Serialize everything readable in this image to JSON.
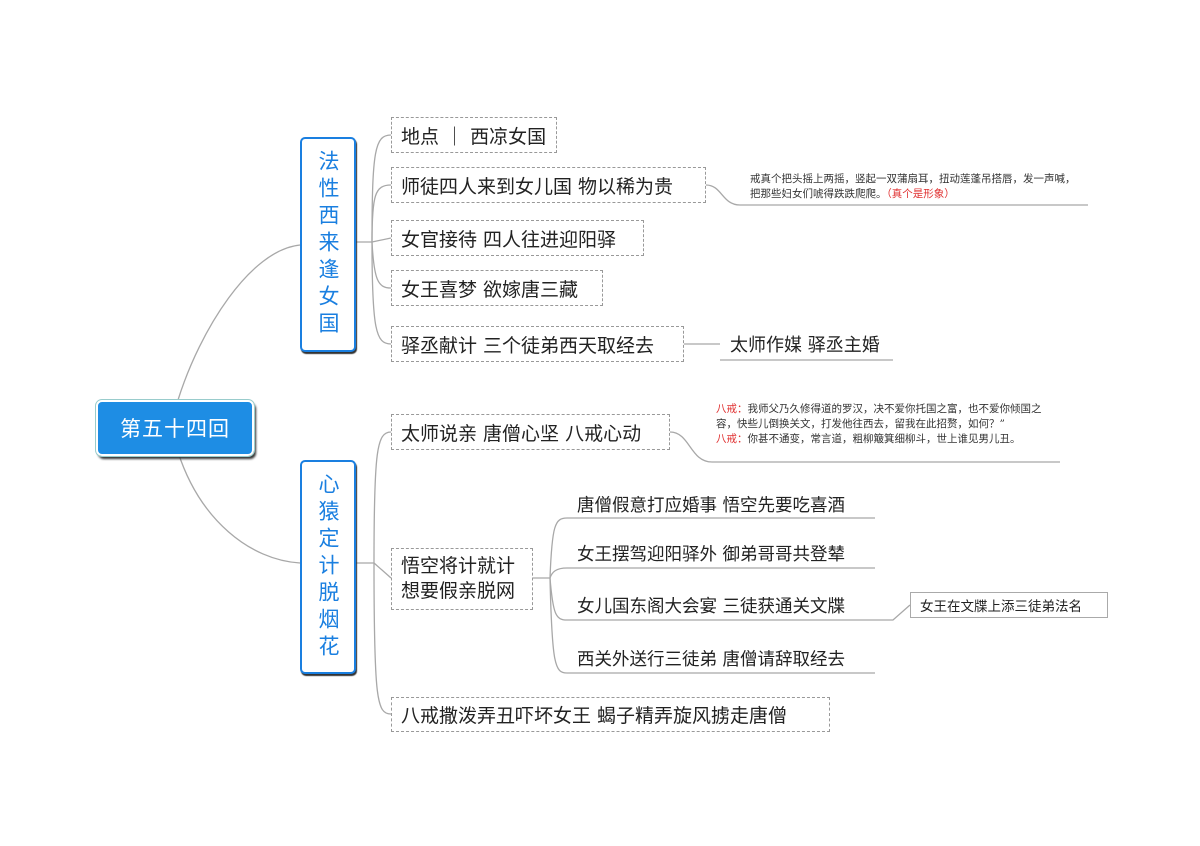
{
  "root": "第五十四回",
  "branches": [
    {
      "title": "法性西来逢女国",
      "children": [
        {
          "text": "地点 ｜ 西凉女国"
        },
        {
          "text": "师徒四人来到女儿国 物以稀为贵",
          "note": {
            "body": "戒真个把头摇上两摇，竖起一双蒲扇耳，扭动莲蓬吊搭唇，发一声喊，把那些妇女们唬得跌跌爬爬。",
            "red": "（真个是形象）"
          }
        },
        {
          "text": "女官接待 四人往进迎阳驿"
        },
        {
          "text": "女王喜梦 欲嫁唐三藏"
        },
        {
          "text": "驿丞献计 三个徒弟西天取经去",
          "sub": "太师作媒 驿丞主婚"
        }
      ]
    },
    {
      "title": "心猿定计脱烟花",
      "children": [
        {
          "text": "太师说亲 唐僧心坚 八戒心动",
          "note": {
            "speaker1": "八戒：",
            "line1": "我师父乃久修得道的罗汉，决不爱你托国之富，也不爱你倾国之容，快些儿倒换关文，打发他往西去，留我在此招赘，如何？”",
            "speaker2": "八戒：",
            "line2": "你甚不通变，常言道，粗柳簸箕细柳斗，世上谁见男儿丑。"
          }
        },
        {
          "text_line1": "悟空将计就计",
          "text_line2": "想要假亲脱网",
          "subs": [
            {
              "text": "唐僧假意打应婚事 悟空先要吃喜酒"
            },
            {
              "text": "女王摆驾迎阳驿外 御弟哥哥共登辇"
            },
            {
              "text": "女儿国东阁大会宴 三徒获通关文牒",
              "sub": "女王在文牒上添三徒弟法名"
            },
            {
              "text": "西关外送行三徒弟 唐僧请辞取经去"
            }
          ]
        },
        {
          "text": "八戒撒泼弄丑吓坏女王 蝎子精弄旋风掳走唐僧"
        }
      ]
    }
  ]
}
